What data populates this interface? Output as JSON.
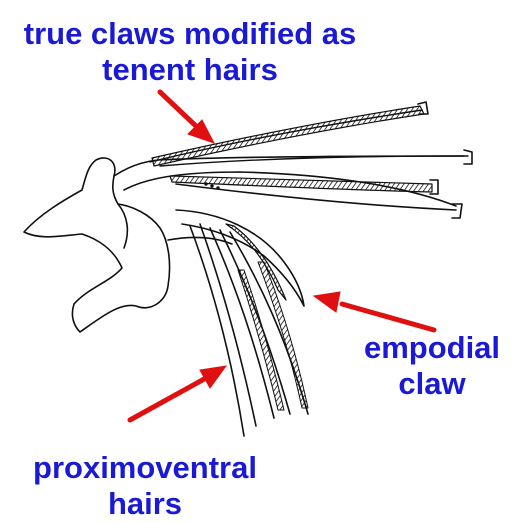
{
  "labels": {
    "true_claws": {
      "line1": "true claws modified as",
      "line2": "tenent hairs"
    },
    "empodial_claw": {
      "line1": "empodial",
      "line2": "claw"
    },
    "proximoventral_hairs": {
      "line1": "proximoventral",
      "line2": "hairs"
    }
  },
  "colors": {
    "label_text": "#1a1ad6",
    "arrow": "#e01010",
    "ink": "#111111"
  }
}
